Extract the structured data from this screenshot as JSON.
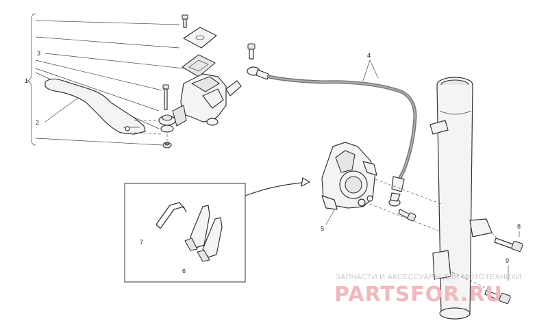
{
  "callouts": {
    "c1": "1",
    "c2": "2",
    "c3": "3",
    "c4": "4",
    "c5": "5",
    "c6": "6",
    "c7": "7",
    "c8": "8",
    "c9": "9"
  },
  "watermark": {
    "tagline": "ЗАПЧАСТИ И АКСЕССУАРЫ ДЛЯ МОТОТЕХНИКИ",
    "logo": "PARTSFOR.RU"
  }
}
